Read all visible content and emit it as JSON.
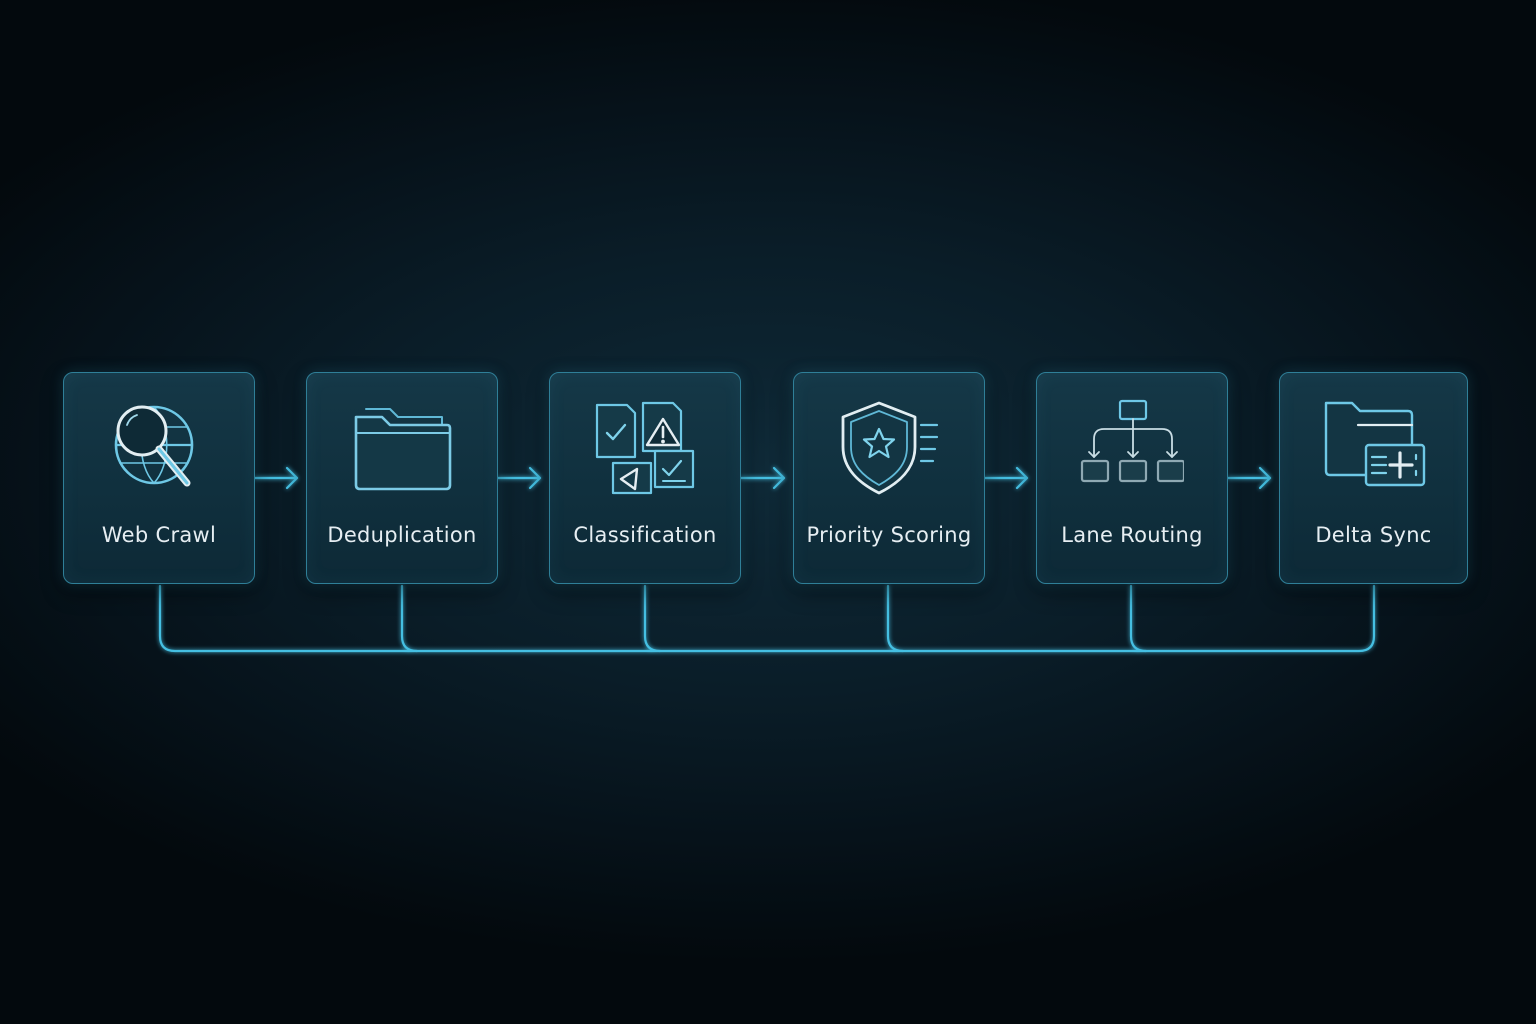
{
  "stages": [
    {
      "label": "Web Crawl",
      "icon": "globe-search-icon"
    },
    {
      "label": "Deduplication",
      "icon": "folder-icon"
    },
    {
      "label": "Classification",
      "icon": "documents-warning-icon"
    },
    {
      "label": "Priority Scoring",
      "icon": "shield-star-icon"
    },
    {
      "label": "Lane Routing",
      "icon": "routing-tree-icon"
    },
    {
      "label": "Delta Sync",
      "icon": "folder-sync-icon"
    }
  ],
  "colors": {
    "background": "#0a1d28",
    "card": "#123442",
    "accent": "#44bfe2",
    "text": "#e6eef2"
  }
}
